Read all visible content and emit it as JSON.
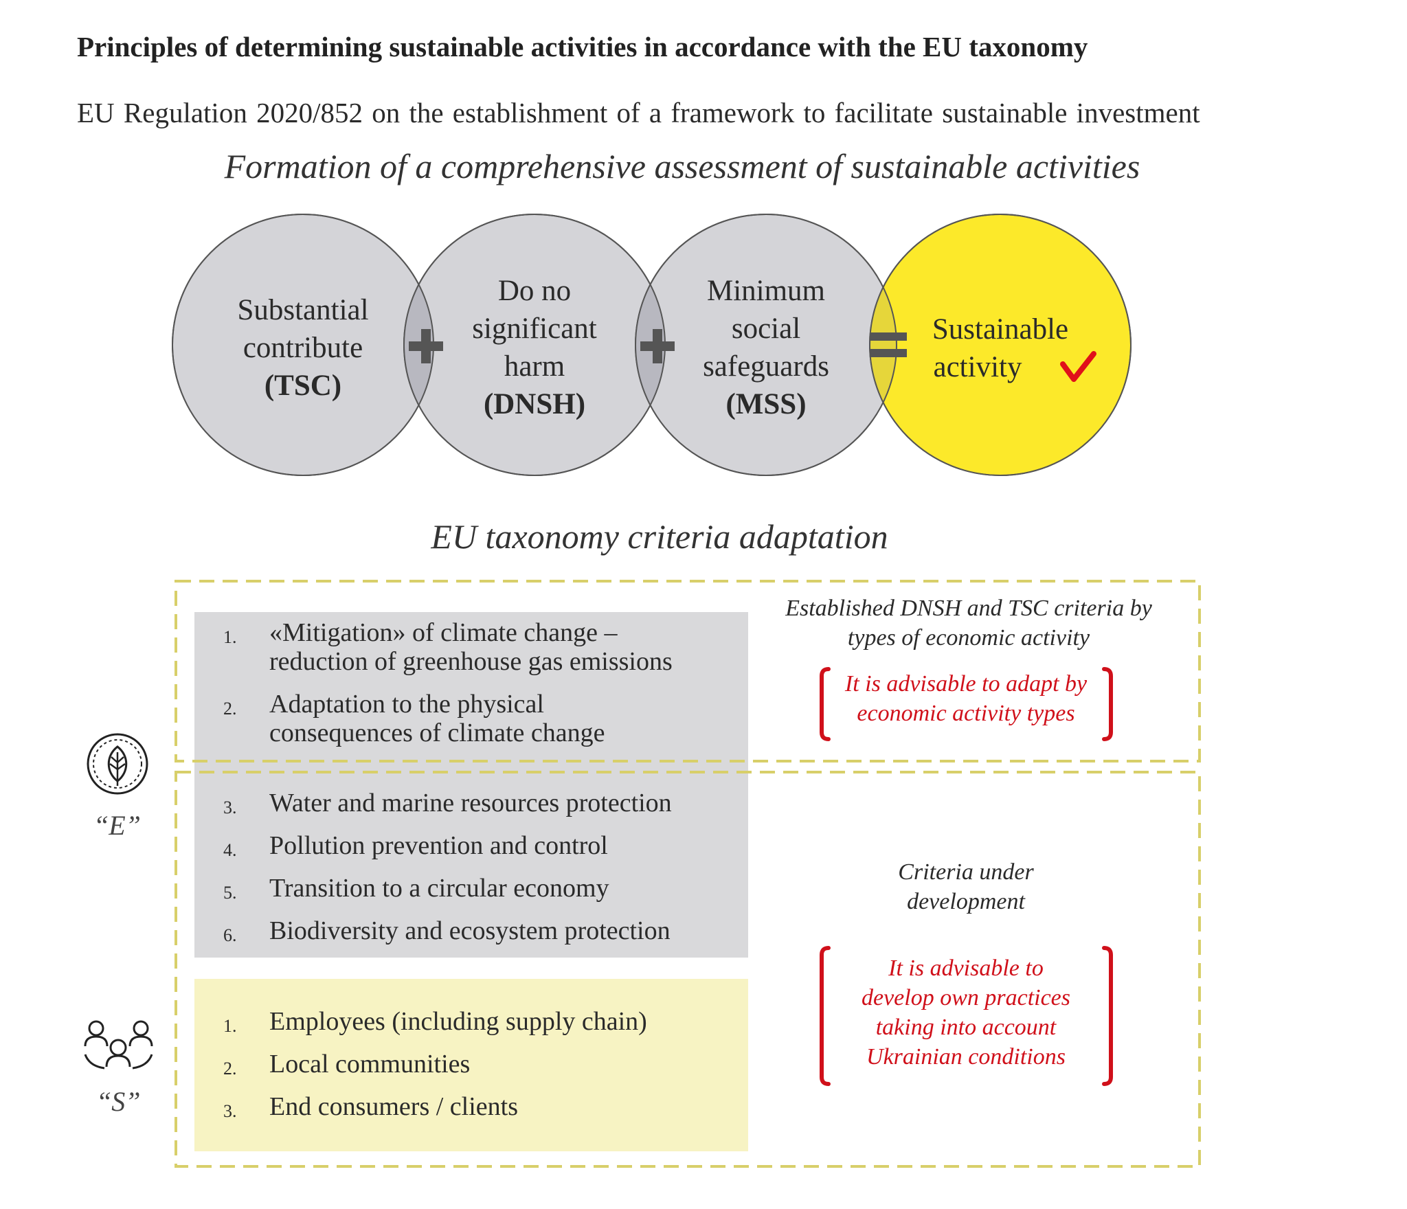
{
  "title": "Principles of determining sustainable activities in accordance with the EU taxonomy",
  "regulation": "EU Regulation 2020/852 on the establishment of a framework to facilitate sustainable investment",
  "formation_heading": "Formation of a comprehensive assessment of sustainable activities",
  "circles": [
    {
      "lines": [
        "Substantial",
        "contribute"
      ],
      "abbr": "(TSC)"
    },
    {
      "lines": [
        "Do no",
        "significant",
        "harm"
      ],
      "abbr": "(DNSH)"
    },
    {
      "lines": [
        "Minimum",
        "social",
        "safeguards"
      ],
      "abbr": "(MSS)"
    },
    {
      "lines": [
        "Sustainable",
        "activity"
      ],
      "abbr": ""
    }
  ],
  "operators": [
    "+",
    "+",
    "="
  ],
  "adaptation_heading": "EU taxonomy criteria adaptation",
  "environmental_items": [
    {
      "num": "1.",
      "lines": [
        "«Mitigation» of climate change –",
        "reduction of greenhouse gas emissions"
      ]
    },
    {
      "num": "2.",
      "lines": [
        "Adaptation to the physical",
        "consequences of climate change"
      ]
    },
    {
      "num": "3.",
      "lines": [
        "Water and marine resources protection"
      ]
    },
    {
      "num": "4.",
      "lines": [
        "Pollution prevention and control"
      ]
    },
    {
      "num": "5.",
      "lines": [
        "Transition to a circular economy"
      ]
    },
    {
      "num": "6.",
      "lines": [
        "Biodiversity and ecosystem protection"
      ]
    }
  ],
  "social_items": [
    {
      "num": "1.",
      "lines": [
        "Employees (including supply chain)"
      ]
    },
    {
      "num": "2.",
      "lines": [
        "Local communities"
      ]
    },
    {
      "num": "3.",
      "lines": [
        "End consumers / clients"
      ]
    }
  ],
  "top_note": {
    "lines": [
      "Established DNSH and TSC criteria by",
      "types of economic activity"
    ]
  },
  "top_advice": {
    "lines": [
      "It is advisable to adapt by",
      "economic activity types"
    ]
  },
  "bottom_note": {
    "lines": [
      "Criteria under",
      "development"
    ]
  },
  "bottom_advice": {
    "lines": [
      "It is advisable to",
      "develop own practices",
      "taking into account",
      "Ukrainian conditions"
    ]
  },
  "e_label": "“E”",
  "s_label": "“S”",
  "icons": {
    "e": "leaf-icon",
    "s": "people-group-icon",
    "check": "checkmark-icon"
  },
  "colors": {
    "circle_gray": "#d4d4d8",
    "overlap_gray": "#b8b8c0",
    "sustainable_yellow": "#fce92a",
    "dash_border": "#d8cf6a",
    "advice_red": "#d0101a",
    "gray_box": "#d9d9db",
    "yellow_box": "#f7f3c3"
  }
}
